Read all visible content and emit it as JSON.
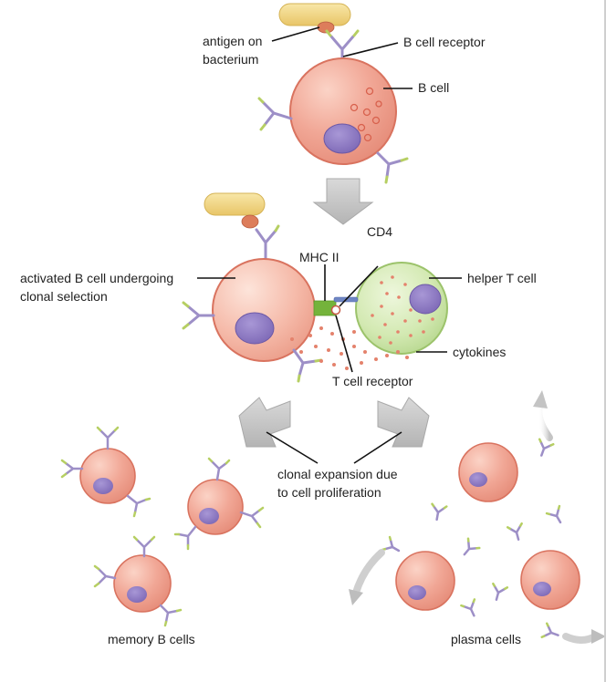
{
  "labels": {
    "antigen_line1": "antigen on",
    "antigen_line2": "bacterium",
    "b_cell_receptor": "B cell receptor",
    "b_cell": "B cell",
    "cd4": "CD4",
    "mhc_ii": "MHC II",
    "activated_line1": "activated B cell undergoing",
    "activated_line2": "clonal selection",
    "helper_t_cell": "helper T cell",
    "cytokines": "cytokines",
    "t_cell_receptor": "T cell receptor",
    "clonal_line1": "clonal expansion due",
    "clonal_line2": "to cell proliferation",
    "memory_b_cells": "memory B cells",
    "plasma_cells": "plasma cells"
  },
  "colors": {
    "b_cell_fill": "#f0a394",
    "b_cell_stroke": "#d9735f",
    "nucleus": "#8e79c2",
    "helper_t_fill": "#c9e3a3",
    "helper_t_stroke": "#9cc36b",
    "bacterium": "#f0d688",
    "antigen": "#dd7d5b",
    "antibody_stem": "#9d8fc7",
    "antibody_tip": "#b6cf62",
    "arrow": "#c6c6c6",
    "cytokine": "#e4826c",
    "mhc": "#74b33b",
    "tcr": "#6f86c4"
  }
}
